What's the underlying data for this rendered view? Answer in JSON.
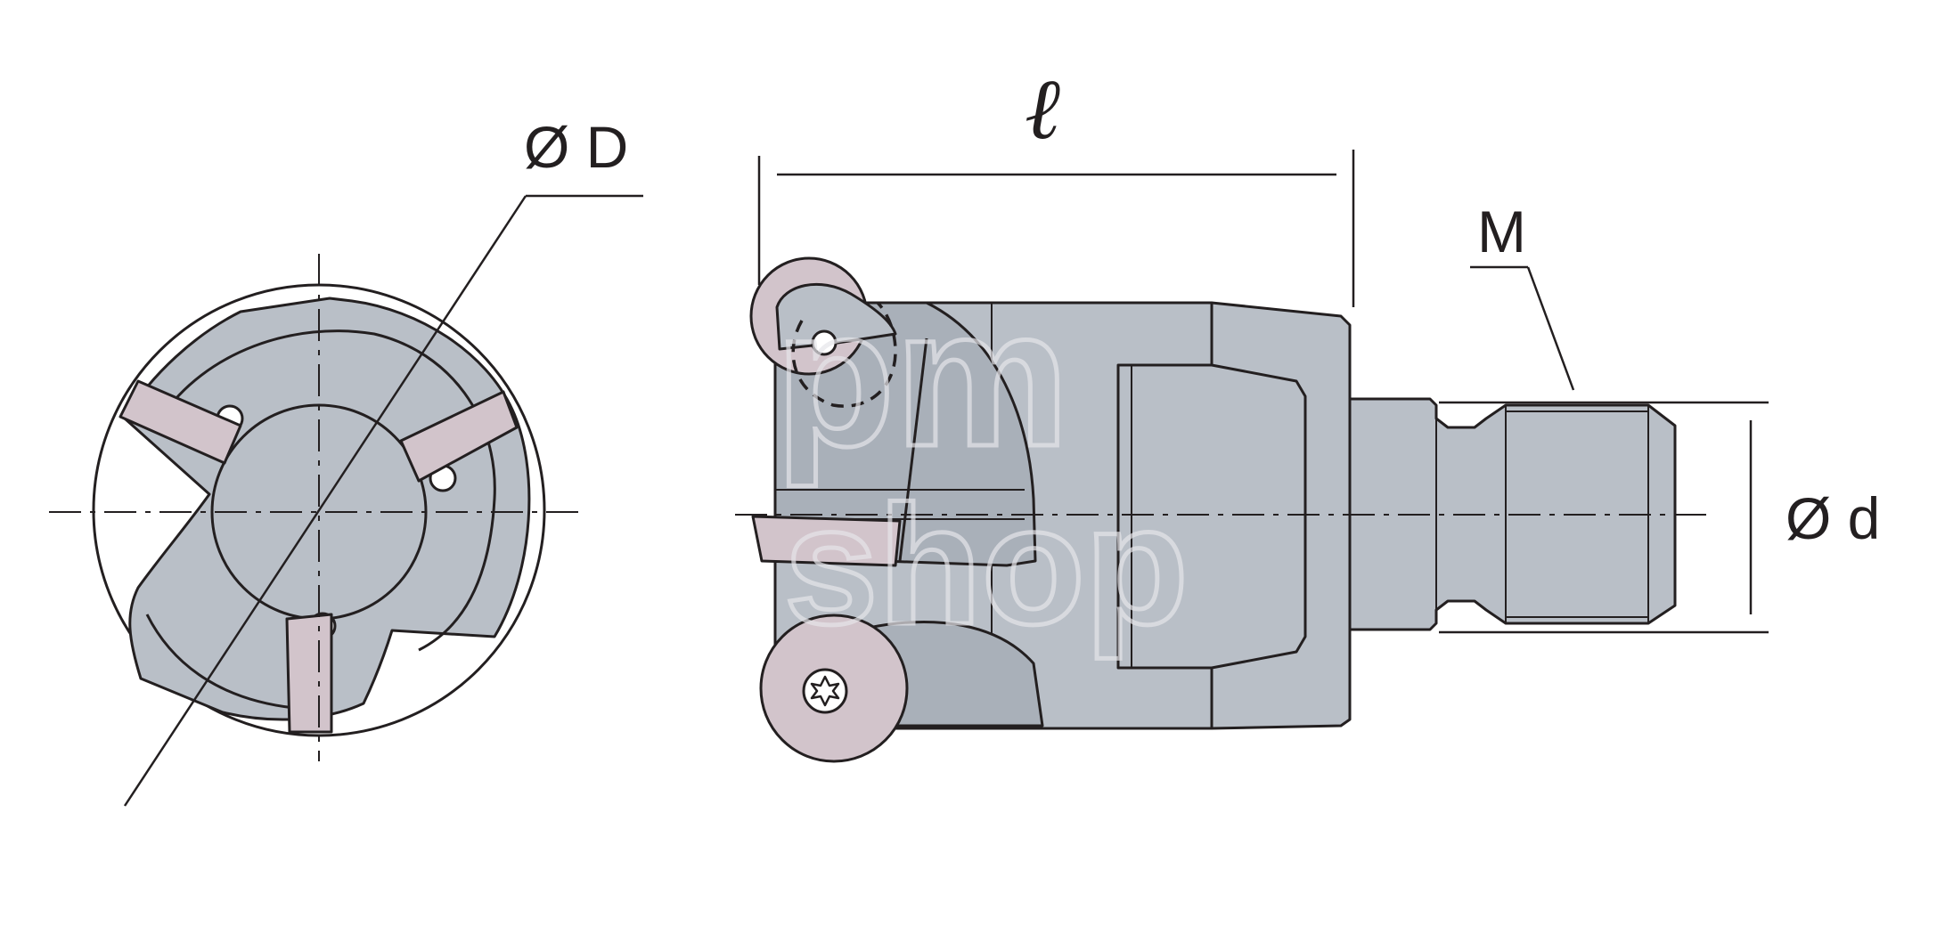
{
  "labels": {
    "diameter_D": "Ø D",
    "length_l": "ℓ",
    "thread_M": "M",
    "diameter_d": "Ø d"
  },
  "watermark": {
    "line1": "pm",
    "line2": "shop"
  },
  "colors": {
    "body": "#b9bfc7",
    "body_dark": "#a9b0b9",
    "insert": "#d2c4cb",
    "outline": "#231f20",
    "background": "#ffffff"
  }
}
